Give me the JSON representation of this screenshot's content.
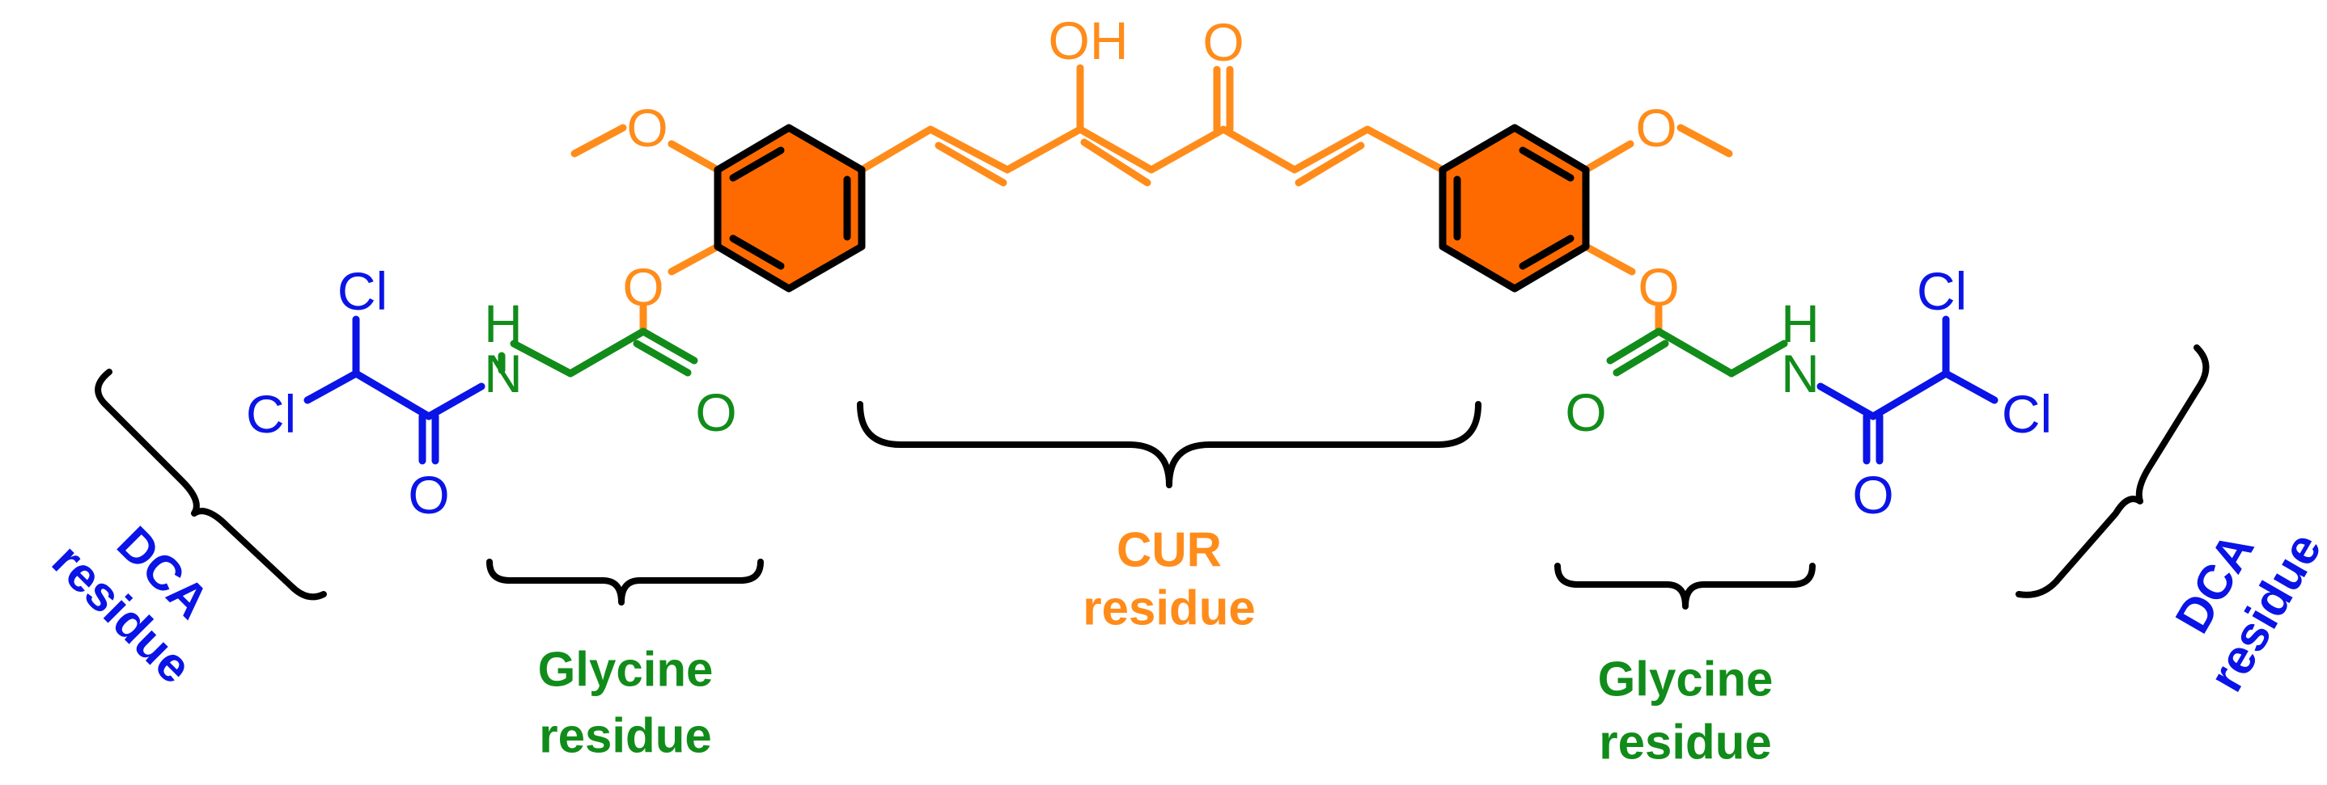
{
  "colors": {
    "curcumin": "#FF8C1A",
    "ring_fill": "#FF6A00",
    "glycine": "#118C1A",
    "dca": "#0A14E6",
    "bracket": "#000000"
  },
  "atoms": {
    "oh": "OH",
    "ketone_o": "O",
    "methoxy_o": "O",
    "ester_o": "O",
    "carbonyl_o": "O",
    "nh_h": "H",
    "nh_n": "N",
    "amide_o": "O",
    "cl": "Cl"
  },
  "labels": {
    "cur": [
      "CUR",
      "residue"
    ],
    "glycine": [
      "Glycine",
      "residue"
    ],
    "dca": [
      "DCA",
      "residue"
    ]
  }
}
